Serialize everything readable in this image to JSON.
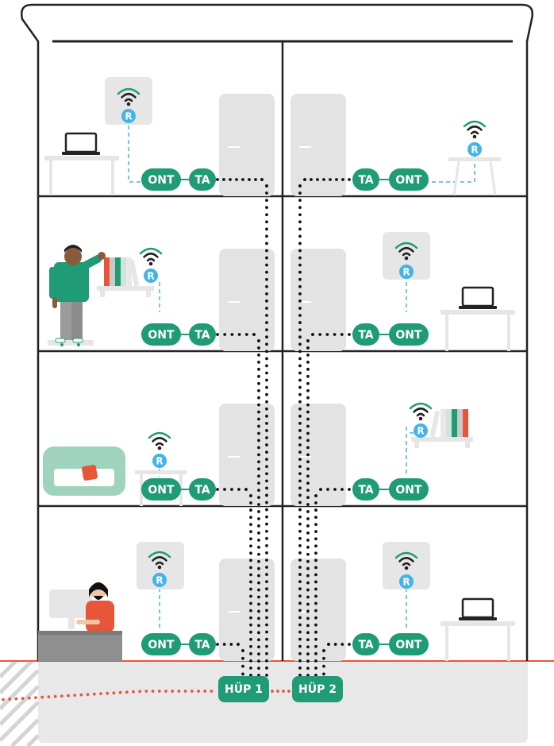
{
  "labels": {
    "ont": "ONT",
    "ta": "TA",
    "router": "R",
    "hup1": "HÜP 1",
    "hup2": "HÜP 2"
  },
  "colors": {
    "outline": "#222222",
    "green": "#1f9b76",
    "router_blue": "#45b3e6",
    "router_box": "#e6e6e6",
    "cabinet": "#e3e3e3",
    "ground": "#e8e8e8",
    "ground_line": "#e8563a",
    "external_cable": "#e8563a",
    "fiber_dots": "#111111"
  },
  "icons": [
    "wifi-icon",
    "router-icon",
    "laptop-icon",
    "person-icon",
    "sofa-icon",
    "bookshelf-icon",
    "desk-icon",
    "monitor-icon"
  ]
}
